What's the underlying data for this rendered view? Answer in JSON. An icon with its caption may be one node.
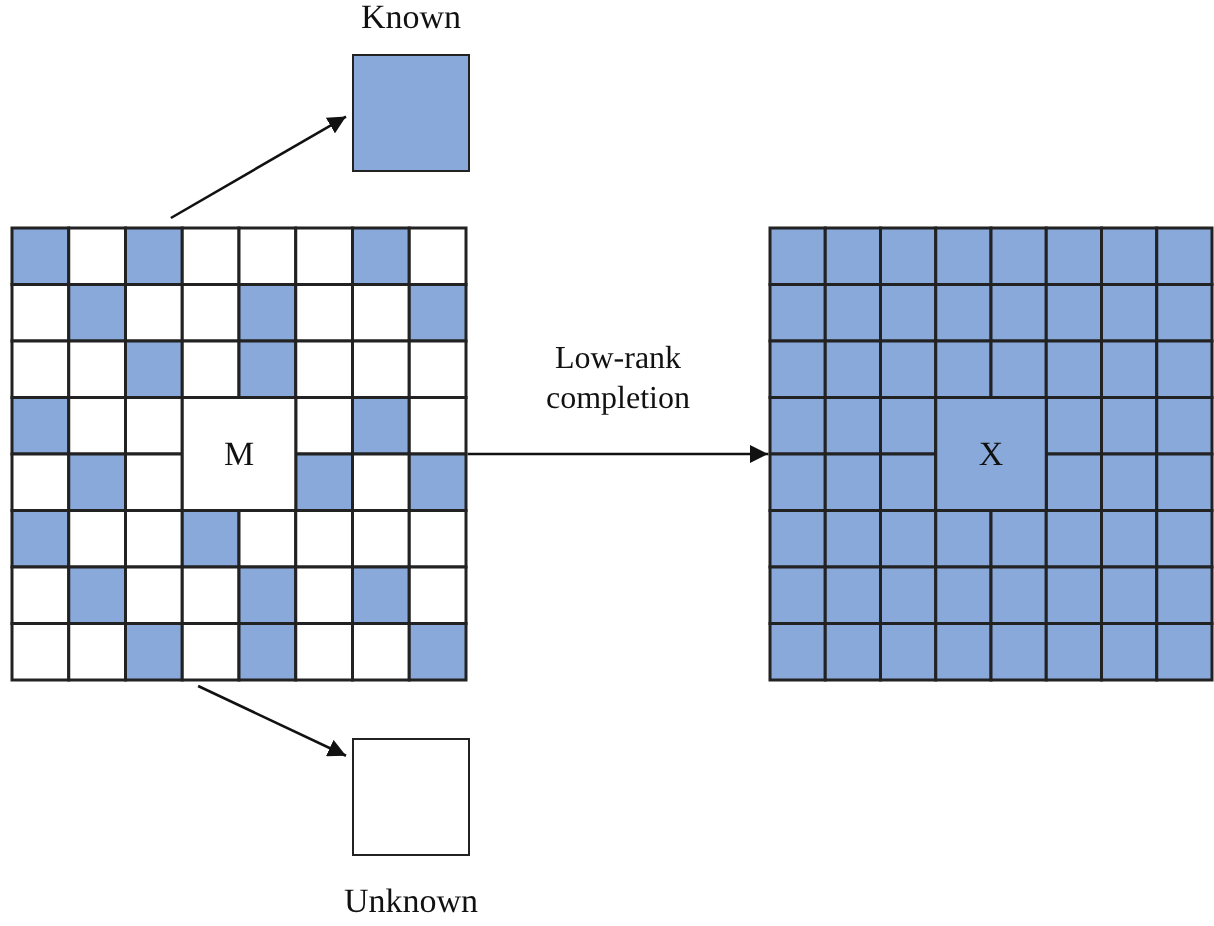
{
  "diagram": {
    "nodes": [
      {
        "text": [
          "M"
        ]
      },
      {
        "text": [
          "Known"
        ]
      },
      {
        "text": [
          "Unknown"
        ]
      },
      {
        "text": [
          "X"
        ]
      }
    ],
    "edges": [
      {
        "from": 0,
        "to": 1,
        "arrow": "to"
      },
      {
        "from": 0,
        "to": 2,
        "arrow": "to"
      },
      {
        "from": 0,
        "to": 3,
        "arrow": "to",
        "label": "Low-rank completion"
      }
    ]
  }
}
